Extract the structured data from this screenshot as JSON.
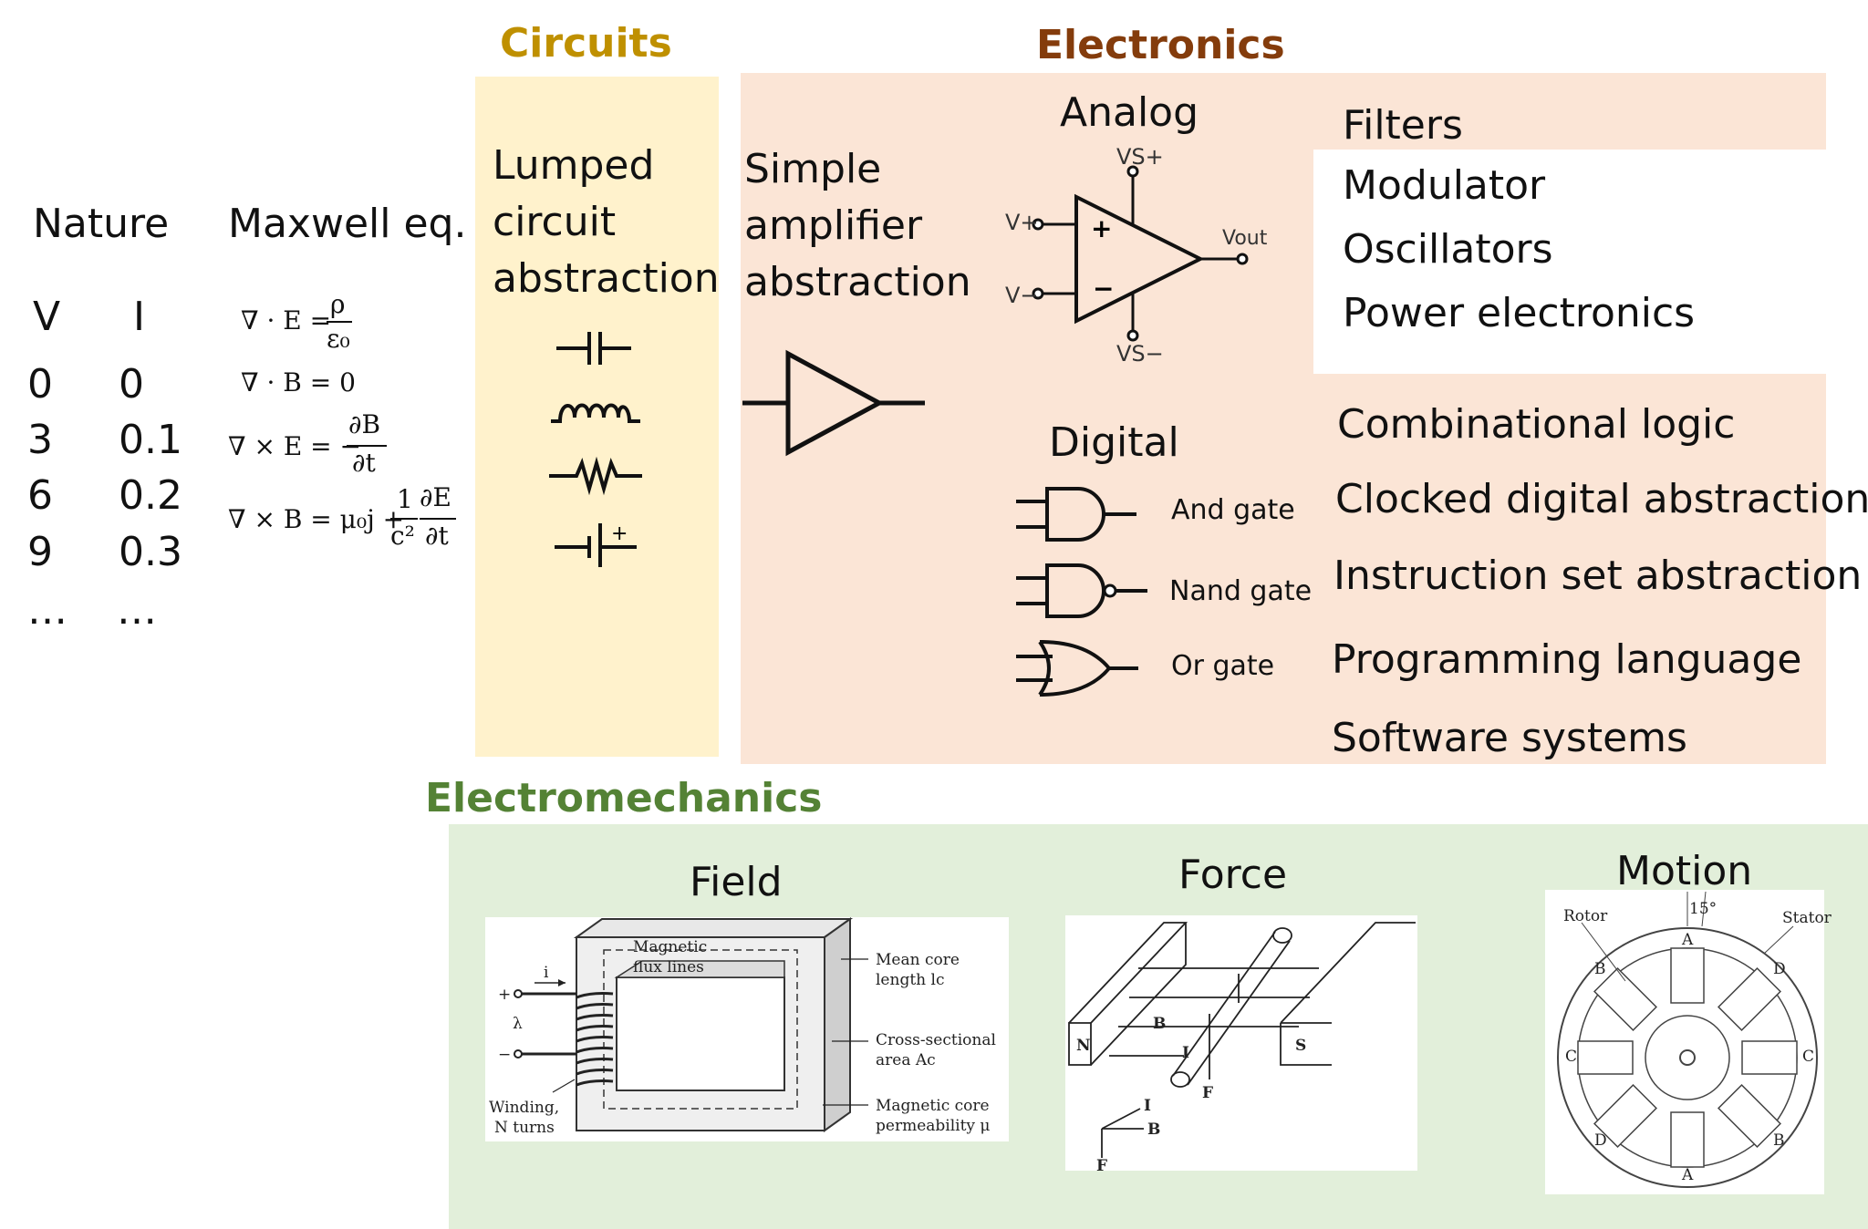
{
  "colors": {
    "circuits_title": "#bf9000",
    "electronics_title": "#843c0c",
    "electromechanics_title": "#548235",
    "circuits_bg": "#fff2cc",
    "electronics_bg": "#fbe5d6",
    "electromechanics_bg": "#e2efda"
  },
  "titles": {
    "circuits": "Circuits",
    "electronics": "Electronics",
    "electromechanics": "Electromechanics"
  },
  "nature": {
    "label": "Nature",
    "col_v": "V",
    "col_i": "I",
    "rows": [
      [
        "0",
        "0"
      ],
      [
        "3",
        "0.1"
      ],
      [
        "6",
        "0.2"
      ],
      [
        "9",
        "0.3"
      ],
      [
        "…",
        "…"
      ]
    ]
  },
  "maxwell": {
    "label": "Maxwell eq.",
    "eq1_lhs": "∇ · E =",
    "eq1_num": "ρ",
    "eq1_den": "ε₀",
    "eq2": "∇ · B = 0",
    "eq3_lhs": "∇ × E = −",
    "eq3_num": "∂B",
    "eq3_den": "∂t",
    "eq4_lhs": "∇ × B = μ₀j +",
    "eq4_frac1_num": "1",
    "eq4_frac1_den": "c²",
    "eq4_frac2_num": "∂E",
    "eq4_frac2_den": "∂t"
  },
  "circuits": {
    "line1": "Lumped",
    "line2": "circuit",
    "line3": "abstraction",
    "symbols": [
      "capacitor-icon",
      "inductor-icon",
      "resistor-icon",
      "battery-icon"
    ],
    "battery_plus": "+"
  },
  "electronics": {
    "amp_line1": "Simple",
    "amp_line2": "amplifier",
    "amp_line3": "abstraction",
    "analog_label": "Analog",
    "opamp": {
      "vs_plus": "VS+",
      "vs_minus": "VS−",
      "v_plus": "V+",
      "v_minus": "V−",
      "vout": "Vout",
      "plus_sign": "+",
      "minus_sign": "−"
    },
    "analog_items": [
      "Filters",
      "Modulator",
      "Oscillators",
      "Power electronics"
    ],
    "digital_label": "Digital",
    "gates": [
      "And gate",
      "Nand gate",
      "Or gate"
    ],
    "digital_items": [
      "Combinational logic",
      "Clocked digital abstraction",
      "Instruction set abstraction",
      "Programming language",
      "Software systems"
    ]
  },
  "electromechanics": {
    "field_label": "Field",
    "force_label": "Force",
    "motion_label": "Motion",
    "field_fig": {
      "flux": [
        "Magnetic",
        "flux lines"
      ],
      "mean": [
        "Mean core",
        "length lc"
      ],
      "cross": [
        "Cross-sectional",
        "area Ac"
      ],
      "core": [
        "Magnetic core",
        "permeability μ"
      ],
      "winding": [
        "Winding,",
        "N turns"
      ],
      "i": "i",
      "lambda": "λ",
      "plus": "+",
      "minus": "−"
    },
    "force_fig": {
      "N": "N",
      "S": "S",
      "B": "B",
      "I": "I",
      "F": "F",
      "axis_I": "I",
      "axis_B": "B",
      "axis_F": "F"
    },
    "motion_fig": {
      "rotor": "Rotor",
      "stator": "Stator",
      "angle": "15°",
      "A": "A",
      "B": "B",
      "C": "C",
      "D": "D"
    }
  }
}
